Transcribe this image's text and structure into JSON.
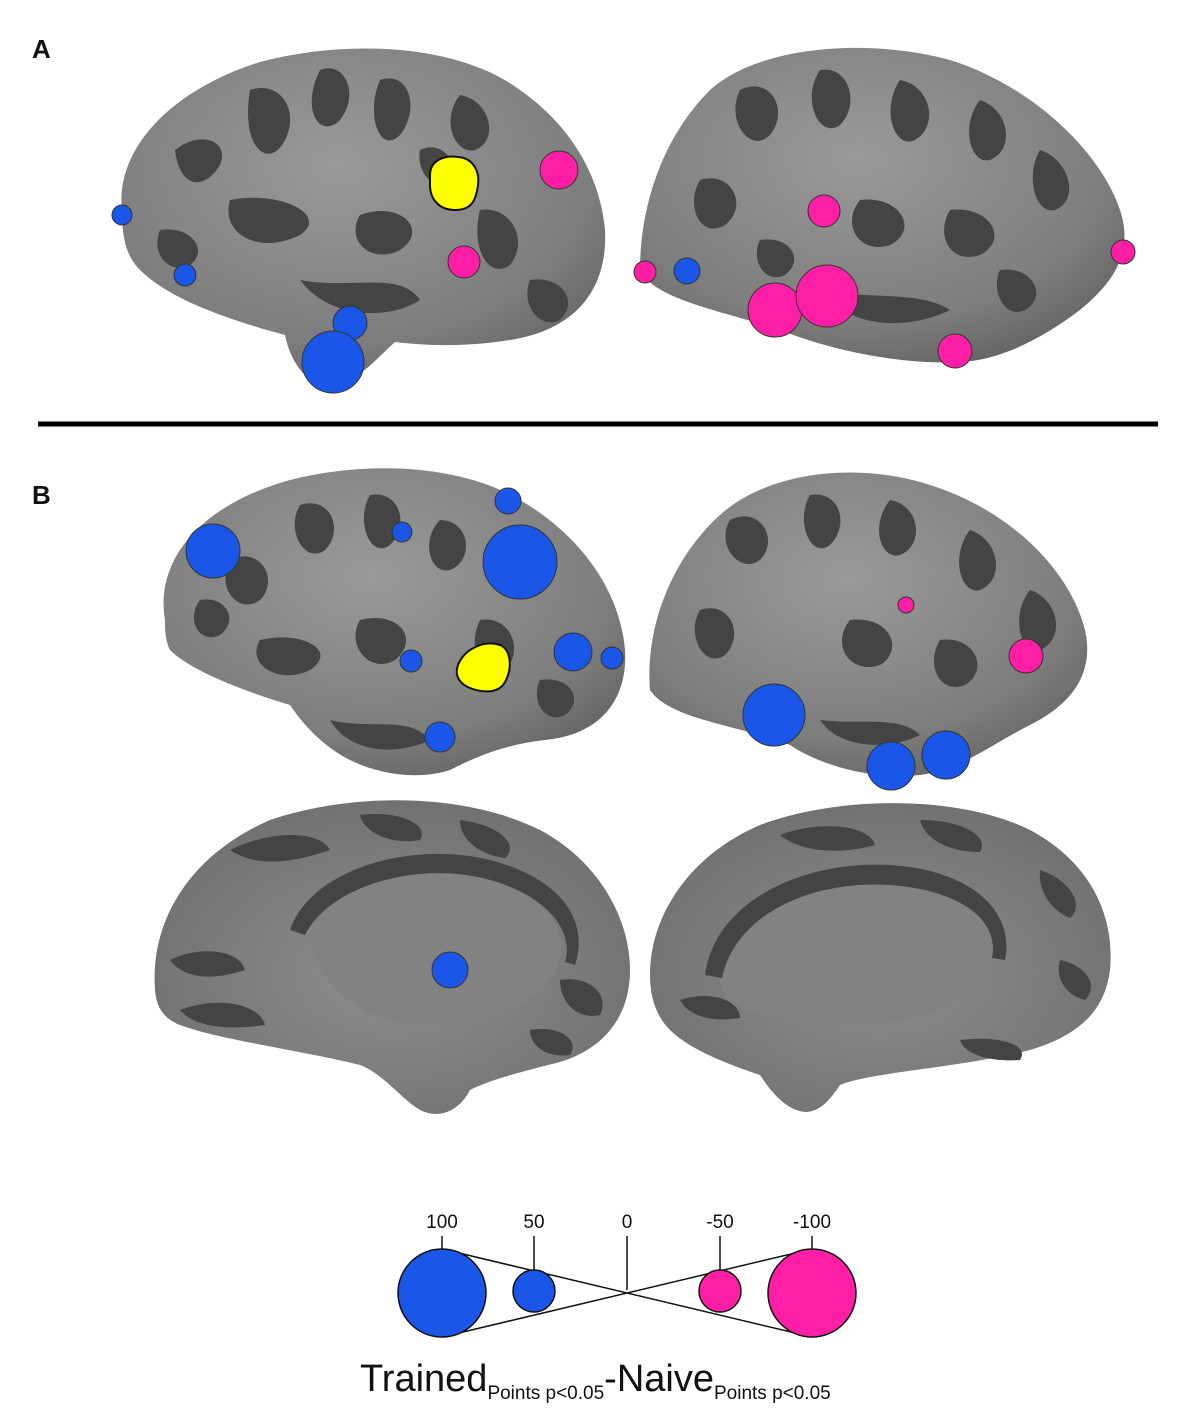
{
  "panels": {
    "a_label": "A",
    "b_label": "B"
  },
  "legend": {
    "ticks": [
      "100",
      "50",
      "0",
      "-50",
      "-100"
    ],
    "caption_main_1": "Trained",
    "caption_sub_1": "Points p<0.05",
    "caption_dash": "-",
    "caption_main_2": "Naive",
    "caption_sub_2": "Points p<0.05"
  },
  "colors": {
    "trained": "#1a57e8",
    "naive": "#ff1fa6",
    "seed": "#ffff00",
    "brain_light": "#858585",
    "brain_dark": "#444444"
  }
}
